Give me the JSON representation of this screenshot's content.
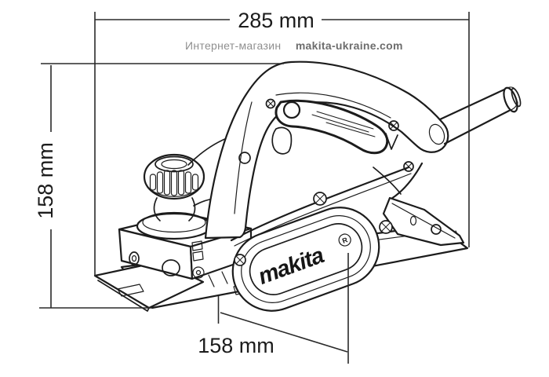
{
  "watermark": {
    "prefix": "Интернет-магазин",
    "site": "makita-ukraine.com"
  },
  "dimensions": {
    "width": {
      "label": "285 mm"
    },
    "height": {
      "label": "158 mm"
    },
    "sole_length": {
      "label": "158 mm"
    }
  },
  "logo": {
    "brand": "makita",
    "registered_mark": "R"
  },
  "colors": {
    "ink": "#1c1c1c",
    "dimension": "#2a2a2a",
    "watermark_prefix": "#8f8f8f",
    "watermark_site": "#6d6d6d"
  }
}
